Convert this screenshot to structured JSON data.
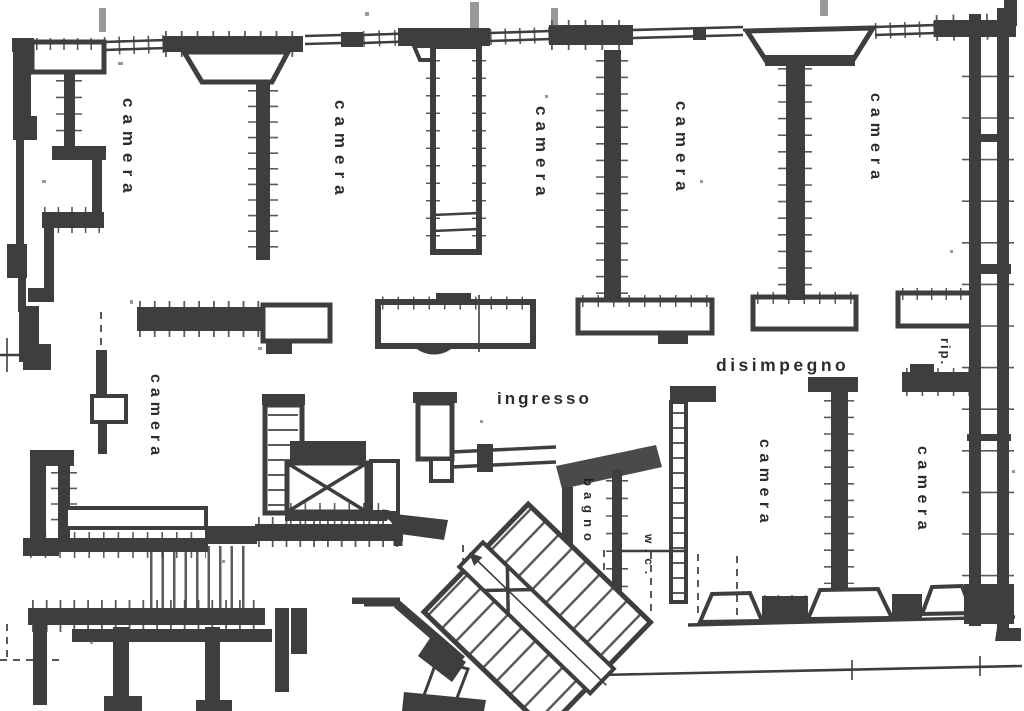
{
  "plan": {
    "type": "apartment floor plan (scanned blueprint)",
    "language": "Italian",
    "colors": {
      "wall": "#3e3e3e",
      "background": "#ffffff",
      "label": "#1b1b1b"
    },
    "rooms": [
      {
        "id": "camera-1",
        "label": "camera",
        "orientation": "vertical"
      },
      {
        "id": "camera-2",
        "label": "camera",
        "orientation": "vertical"
      },
      {
        "id": "camera-3",
        "label": "camera",
        "orientation": "vertical"
      },
      {
        "id": "camera-4",
        "label": "camera",
        "orientation": "vertical"
      },
      {
        "id": "camera-5",
        "label": "camera",
        "orientation": "vertical"
      },
      {
        "id": "camera-6",
        "label": "camera",
        "orientation": "vertical"
      },
      {
        "id": "ingresso",
        "label": "ingresso",
        "orientation": "horizontal"
      },
      {
        "id": "disimpegno",
        "label": "disimpegno",
        "orientation": "horizontal"
      },
      {
        "id": "ripostiglio",
        "label": "rip.",
        "orientation": "vertical"
      },
      {
        "id": "camera-7",
        "label": "camera",
        "orientation": "vertical"
      },
      {
        "id": "camera-8",
        "label": "camera",
        "orientation": "vertical"
      },
      {
        "id": "bagno",
        "label": "bagno",
        "orientation": "vertical"
      },
      {
        "id": "wc",
        "label": "w.c.",
        "orientation": "vertical"
      }
    ]
  }
}
